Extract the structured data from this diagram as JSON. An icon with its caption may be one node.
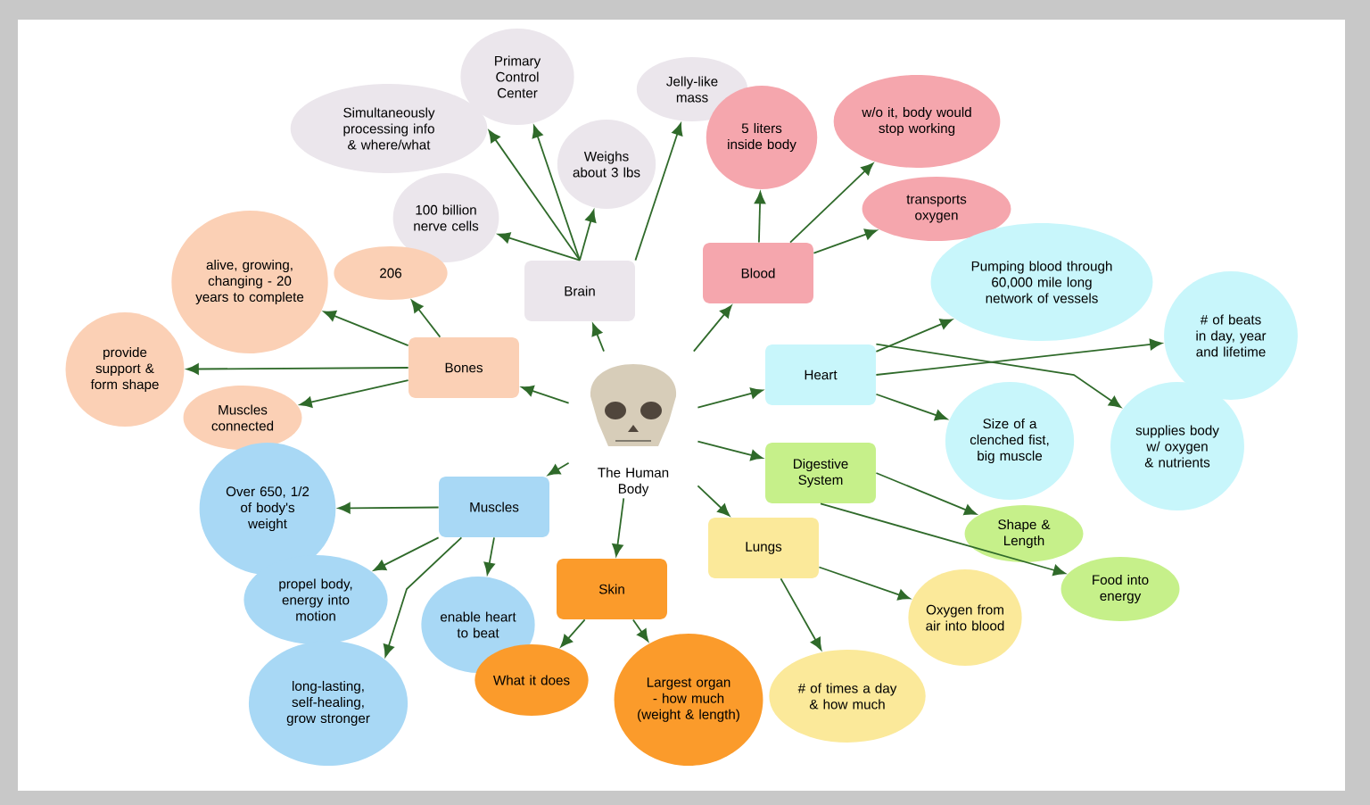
{
  "diagram": {
    "nodes": [
      {
        "text": [
          "The Human Body"
        ]
      },
      {
        "text": [
          "Brain"
        ]
      },
      {
        "text": [
          "Blood"
        ]
      },
      {
        "text": [
          "Bones"
        ]
      },
      {
        "text": [
          "Heart"
        ]
      },
      {
        "text": [
          "Digestive System"
        ]
      },
      {
        "text": [
          "Muscles"
        ]
      },
      {
        "text": [
          "Lungs"
        ]
      },
      {
        "text": [
          "Skin"
        ]
      },
      {
        "text": [
          "Simultaneously processing info & where/what"
        ]
      },
      {
        "text": [
          "Primary Control Center"
        ]
      },
      {
        "text": [
          "Weighs about 3 lbs"
        ]
      },
      {
        "text": [
          "Jelly-like mass"
        ]
      },
      {
        "text": [
          "100 billion nerve cells"
        ]
      },
      {
        "text": [
          "5 liters inside body"
        ]
      },
      {
        "text": [
          "w/o it, body would stop working"
        ]
      },
      {
        "text": [
          "transports oxygen"
        ]
      },
      {
        "text": [
          "206"
        ]
      },
      {
        "text": [
          "alive, growing, changing - 20 years to complete"
        ]
      },
      {
        "text": [
          "provide support & form shape"
        ]
      },
      {
        "text": [
          "Muscles connected"
        ]
      },
      {
        "text": [
          "Pumping blood through 60,000 mile long network of vessels"
        ]
      },
      {
        "text": [
          "# of beats in day, year and lifetime"
        ]
      },
      {
        "text": [
          "Size of a clenched fist, big muscle"
        ]
      },
      {
        "text": [
          "supplies body w/ oxygen & nutrients"
        ]
      },
      {
        "text": [
          "Shape & Length"
        ]
      },
      {
        "text": [
          "Food into energy"
        ]
      },
      {
        "text": [
          "Over 650, 1/2 of body's weight"
        ]
      },
      {
        "text": [
          "propel body, energy into motion"
        ]
      },
      {
        "text": [
          "enable heart to beat"
        ]
      },
      {
        "text": [
          "long-lasting, self-healing, grow stronger"
        ]
      },
      {
        "text": [
          "Oxygen from air into blood"
        ]
      },
      {
        "text": [
          "# of times a day & how much"
        ]
      },
      {
        "text": [
          "What it does"
        ]
      },
      {
        "text": [
          "Largest organ - how much (weight & length)"
        ]
      }
    ],
    "edges": [
      {
        "from": 0,
        "to": 1,
        "arrow": "to"
      },
      {
        "from": 0,
        "to": 2,
        "arrow": "to"
      },
      {
        "from": 0,
        "to": 3,
        "arrow": "to"
      },
      {
        "from": 0,
        "to": 4,
        "arrow": "to"
      },
      {
        "from": 0,
        "to": 5,
        "arrow": "to"
      },
      {
        "from": 0,
        "to": 6,
        "arrow": "to"
      },
      {
        "from": 0,
        "to": 7,
        "arrow": "to"
      },
      {
        "from": 0,
        "to": 8,
        "arrow": "to"
      },
      {
        "from": 1,
        "to": 9,
        "arrow": "to"
      },
      {
        "from": 1,
        "to": 10,
        "arrow": "to"
      },
      {
        "from": 1,
        "to": 11,
        "arrow": "to"
      },
      {
        "from": 1,
        "to": 12,
        "arrow": "to"
      },
      {
        "from": 1,
        "to": 13,
        "arrow": "to"
      },
      {
        "from": 2,
        "to": 14,
        "arrow": "to"
      },
      {
        "from": 2,
        "to": 15,
        "arrow": "to"
      },
      {
        "from": 2,
        "to": 16,
        "arrow": "to"
      },
      {
        "from": 3,
        "to": 17,
        "arrow": "to"
      },
      {
        "from": 3,
        "to": 18,
        "arrow": "to"
      },
      {
        "from": 3,
        "to": 19,
        "arrow": "to"
      },
      {
        "from": 3,
        "to": 20,
        "arrow": "to"
      },
      {
        "from": 4,
        "to": 21,
        "arrow": "to"
      },
      {
        "from": 4,
        "to": 22,
        "arrow": "to"
      },
      {
        "from": 4,
        "to": 23,
        "arrow": "to"
      },
      {
        "from": 4,
        "to": 24,
        "arrow": "to"
      },
      {
        "from": 5,
        "to": 25,
        "arrow": "to"
      },
      {
        "from": 5,
        "to": 26,
        "arrow": "to"
      },
      {
        "from": 6,
        "to": 27,
        "arrow": "to"
      },
      {
        "from": 6,
        "to": 28,
        "arrow": "to"
      },
      {
        "from": 6,
        "to": 29,
        "arrow": "to"
      },
      {
        "from": 6,
        "to": 30,
        "arrow": "to"
      },
      {
        "from": 7,
        "to": 31,
        "arrow": "to"
      },
      {
        "from": 7,
        "to": 32,
        "arrow": "to"
      },
      {
        "from": 8,
        "to": 33,
        "arrow": "to"
      },
      {
        "from": 8,
        "to": 34,
        "arrow": "to"
      }
    ]
  }
}
